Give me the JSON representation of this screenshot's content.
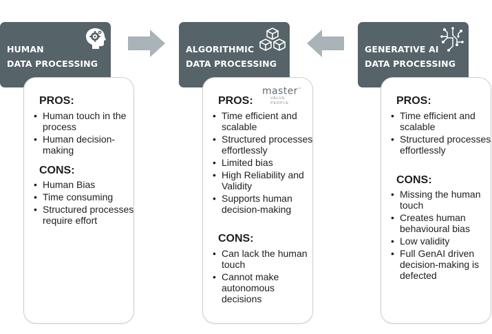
{
  "columns": [
    {
      "header": {
        "line1": "HUMAN",
        "line2": "DATA PROCESSING",
        "icon": "brain-gear-head-icon"
      },
      "pros_title": "PROS:",
      "pros": [
        "Human touch in the process",
        "Human decision-making"
      ],
      "cons_title": "CONS:",
      "cons": [
        "Human Bias",
        "Time consuming",
        "Structured processes require effort"
      ]
    },
    {
      "header": {
        "line1": "ALGORITHMIC",
        "line2": "DATA PROCESSING",
        "icon": "stacked-cubes-icon"
      },
      "pros_title": "PROS:",
      "pros": [
        "Time efficient and scalable",
        "Structured processes effortlessly",
        "Limited bias",
        "High Reliability and Validity",
        "Supports human decision-making"
      ],
      "cons_title": "CONS:",
      "cons": [
        "Can lack the human touch",
        "Cannot make autonomous decisions"
      ]
    },
    {
      "header": {
        "line1": "GENERATIVE AI",
        "line2": "DATA PROCESSING",
        "icon": "circuit-network-icon"
      },
      "pros_title": "PROS:",
      "pros": [
        "Time efficient and scalable",
        "Structured processes effortlessly"
      ],
      "cons_title": "CONS:",
      "cons": [
        "Missing the human touch",
        "Creates human behavioural bias",
        "Low validity",
        "Full GenAI driven decision-making is defected"
      ]
    }
  ],
  "brand": {
    "name": "master",
    "tagline": "VALUE PEOPLE",
    "trademark": "™"
  },
  "colors": {
    "header_bg": "#566369",
    "arrow": "#a9b3b8",
    "card_border": "#cfcfcf"
  }
}
